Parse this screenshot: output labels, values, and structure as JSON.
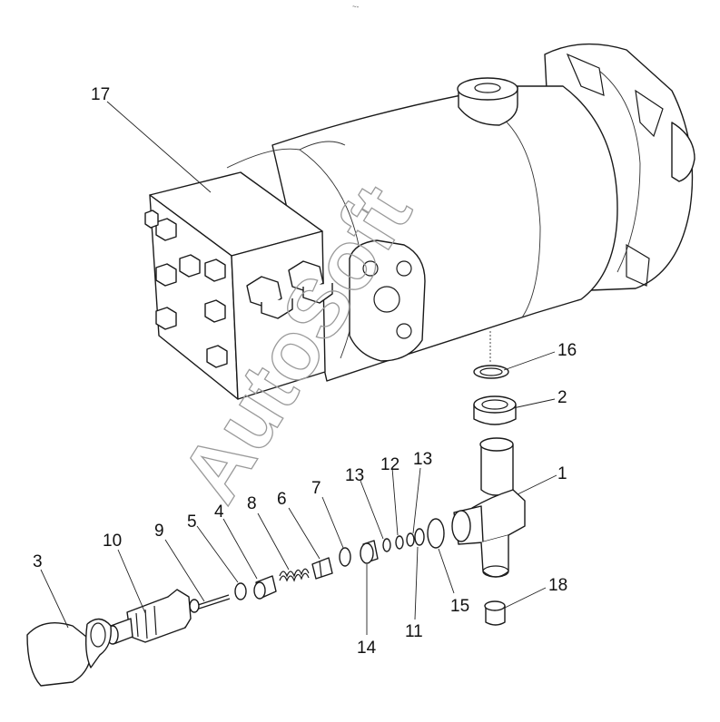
{
  "watermark": "AutoSoft",
  "top_mark": "~-",
  "callouts": {
    "c1": "1",
    "c2": "2",
    "c3": "3",
    "c4": "4",
    "c5": "5",
    "c6": "6",
    "c7": "7",
    "c8": "8",
    "c9": "9",
    "c10": "10",
    "c11": "11",
    "c12": "12",
    "c13a": "13",
    "c13b": "13",
    "c14": "14",
    "c15": "15",
    "c16": "16",
    "c17": "17",
    "c18": "18"
  }
}
